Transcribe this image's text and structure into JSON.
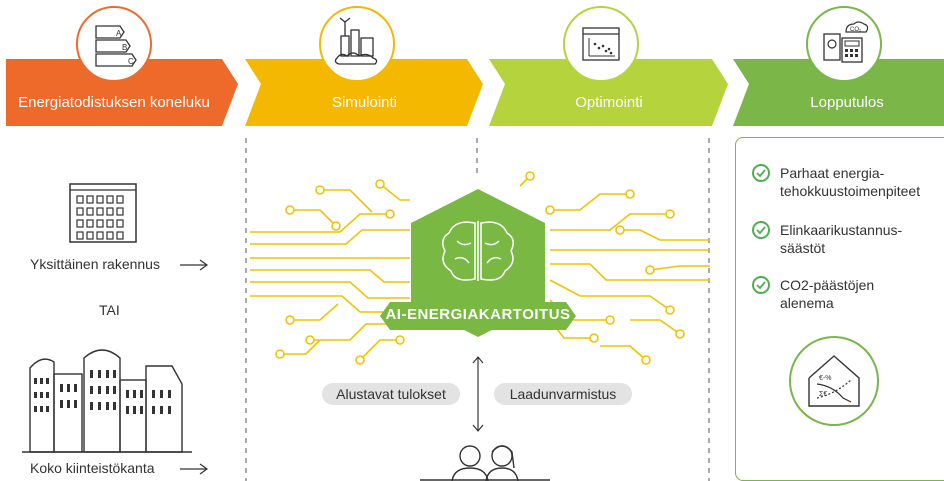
{
  "stages": [
    {
      "label": "Energiatodistuksen koneluku",
      "color": "#ee6a2a",
      "icon": "energy-rating-icon"
    },
    {
      "label": "Simulointi",
      "color": "#f5b800",
      "icon": "city-simulation-icon"
    },
    {
      "label": "Optimointi",
      "color": "#b5d33d",
      "icon": "scatter-chart-icon"
    },
    {
      "label": "Lopputulos",
      "color": "#7ab648",
      "icon": "calculator-co2-icon"
    }
  ],
  "rating_letters": [
    "A",
    "B",
    "C"
  ],
  "co2_label": "CO₂",
  "inputs": {
    "single_building": "Yksittäinen rakennus",
    "or_label": "TAI",
    "portfolio": "Koko kiinteistökanta"
  },
  "center": {
    "title": "AI-ENERGIAKARTOITUS",
    "left_pill": "Alustavat tulokset",
    "right_pill": "Laadunvarmistus"
  },
  "outcomes": [
    {
      "line1": "Parhaat energia-",
      "line2": "tehokkuustoimenpiteet"
    },
    {
      "line1": "Elinkaarikustannus-",
      "line2": "säästöt"
    },
    {
      "line1": "CO2-päästöjen",
      "line2": "alenema"
    }
  ],
  "house_chart": {
    "label_top": "€-%",
    "label_bottom": "Σ€"
  },
  "colors": {
    "orange": "#ee6a2a",
    "yellow": "#f5b800",
    "lime": "#b5d33d",
    "green": "#7ab648",
    "circuit": "#f2c200",
    "ai_green": "#79b843"
  }
}
